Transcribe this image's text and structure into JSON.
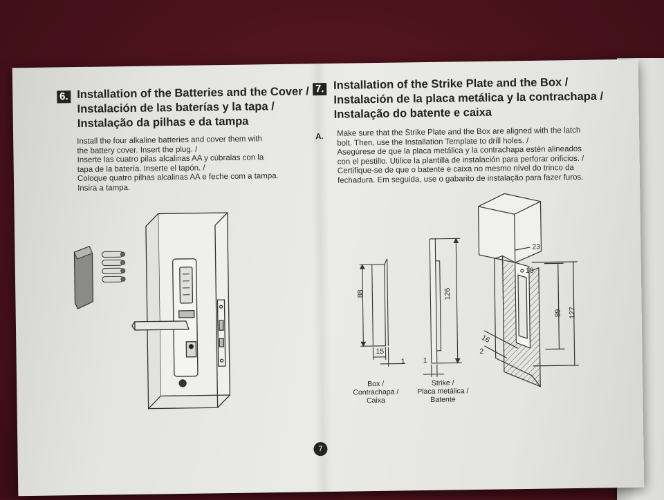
{
  "section6": {
    "number": "6.",
    "title_en": "Installation of the Batteries and the Cover /",
    "title_es": "Instalación de las baterías y la tapa /",
    "title_pt": "Instalação da pilhas e da tampa",
    "text": [
      "Install the four alkaline batteries and cover them with",
      "the battery cover. Insert the plug. /",
      "Inserte las cuatro pilas alcalinas AA y cúbralas con la",
      "tapa de la batería. Inserte el tapón. /",
      "Coloque quatro pilhas alcalinas AA e feche com a tampa.",
      "Insira a tampa."
    ]
  },
  "section7": {
    "number": "7.",
    "title_en": "Installation of the Strike Plate and the Box /",
    "title_es": "Instalación de la placa metálica y la contrachapa /",
    "title_pt": "Instalação do batente e caixa",
    "step_label": "A.",
    "text": [
      "Make sure that the Strike Plate and the Box are aligned with the latch",
      "bolt. Then, use the Installation Template to drill holes. /",
      "Asegúrese de que la placa metálica y la contrachapa estén alineados",
      "con el pestillo. Utilice la plantilla de instalación para perforar orificios. /",
      "Certifique-se de que o batente e caixa no mesmo nível do trinco da",
      "fechadura. Em seguida, use o gabarito de instalação para fazer furos."
    ]
  },
  "diagram": {
    "box_label": [
      "Box /",
      "Contrachapa /",
      "Caixa"
    ],
    "strike_label": [
      "Strike /",
      "Placa metálica /",
      "Batente"
    ],
    "dims": {
      "box_height": "88",
      "box_width": "15",
      "box_thick": "1",
      "strike_height": "126",
      "strike_thick": "1",
      "d23": "23",
      "d18": "18",
      "d89": "89",
      "d127": "127",
      "d16": "16",
      "d2": "2"
    }
  },
  "page_number": "7",
  "icons": [
    "battery-cover-icon",
    "batteries-icon",
    "door-lock-illustration",
    "strike-box-illustration"
  ]
}
